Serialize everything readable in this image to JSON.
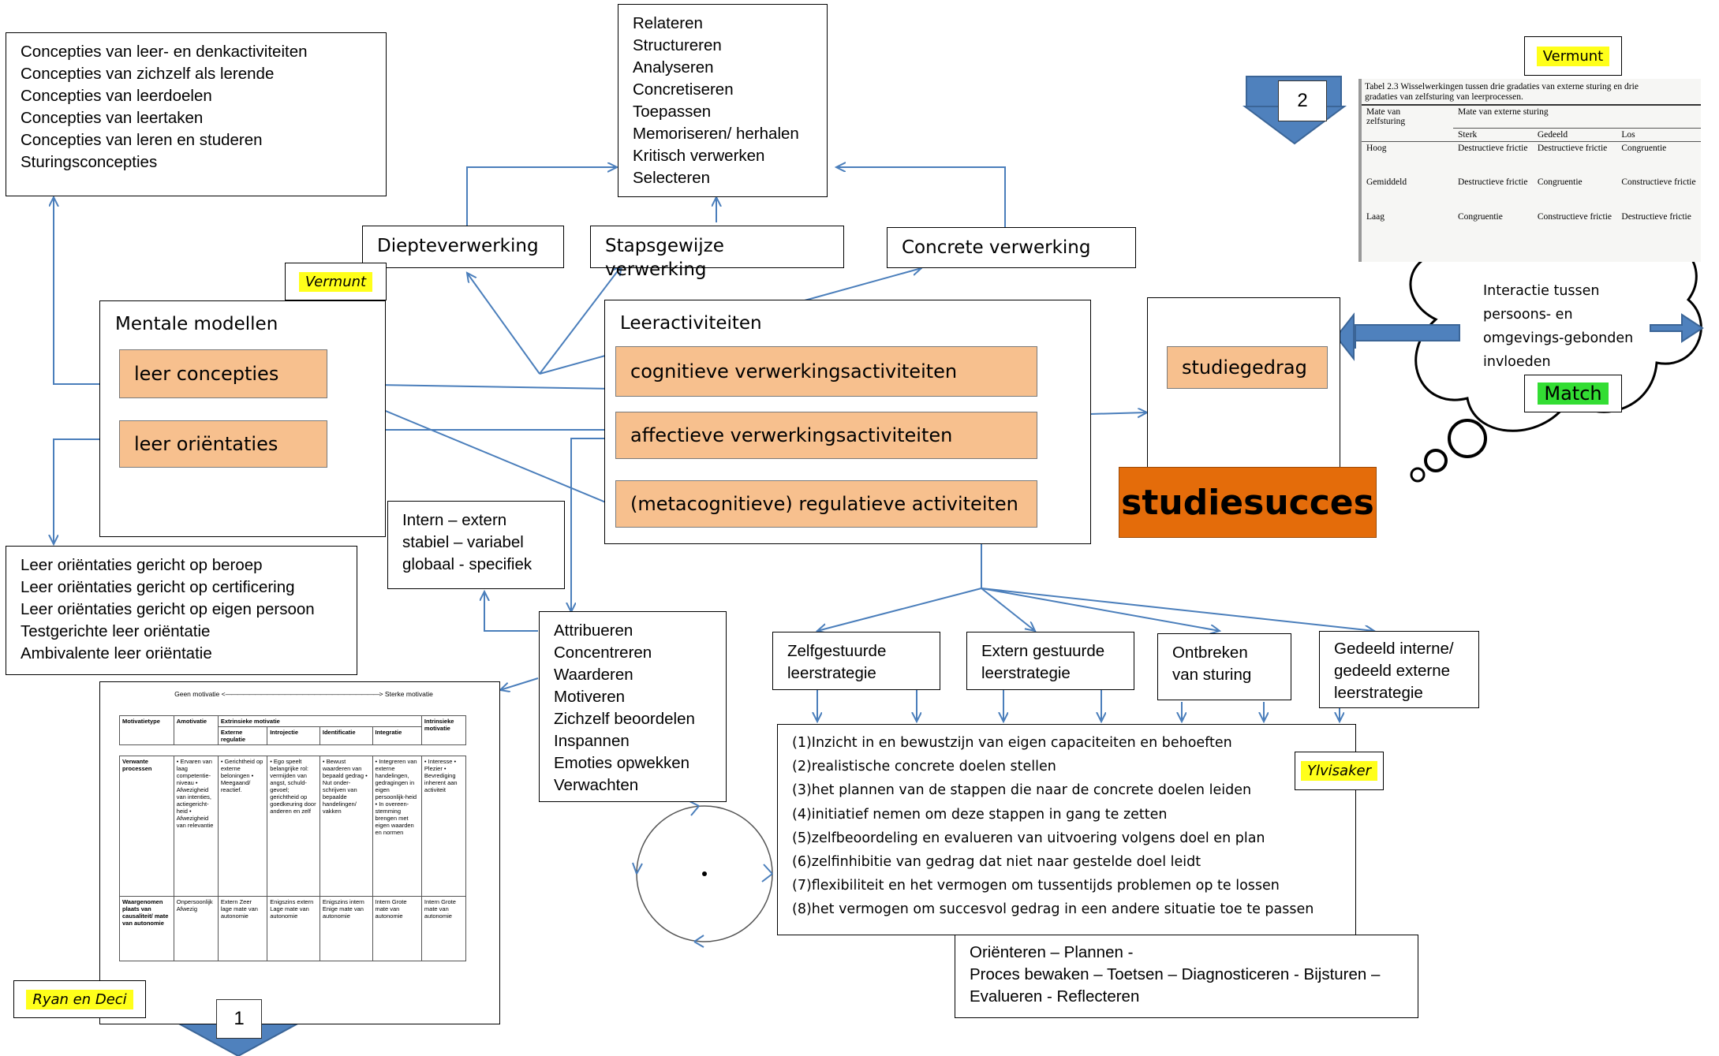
{
  "concepties_box": {
    "lines": [
      "Concepties van leer- en denkactiviteiten",
      "Concepties van zichzelf als lerende",
      "Concepties van leerdoelen",
      "Concepties van leertaken",
      "Concepties van leren en studeren",
      "Sturingsconcepties"
    ]
  },
  "activiteiten_box": {
    "lines": [
      "Relateren",
      "Structureren",
      "Analyseren",
      "Concretiseren",
      "Toepassen",
      "Memoriseren/ herhalen",
      "Kritisch verwerken",
      "Selecteren"
    ]
  },
  "verwerking": {
    "diepte": "Diepteverwerking",
    "stapsgewijze": "Stapsgewijze verwerking",
    "concrete": "Concrete verwerking"
  },
  "tags": {
    "vermunt_left": "Vermunt",
    "vermunt_right": "Vermunt",
    "ylvisaker": "Ylvisaker",
    "ryan_deci": "Ryan en Deci",
    "match": "Match"
  },
  "mentale_modellen": {
    "title": "Mentale modellen",
    "leer_concepties": "leer concepties",
    "leer_orientaties": "leer oriëntaties"
  },
  "leeractiviteiten": {
    "title": "Leeractiviteiten",
    "cognitief": "cognitieve verwerkingsactiviteiten",
    "affectief": "affectieve verwerkingsactiviteiten",
    "regulatief": "(metacognitieve) regulatieve activiteiten"
  },
  "studie": {
    "studiegedrag": "studiegedrag",
    "studiesucces": "studiesucces"
  },
  "orientaties_box": {
    "lines": [
      "Leer oriëntaties gericht op beroep",
      "Leer oriëntaties gericht op certificering",
      "Leer oriëntaties gericht op eigen persoon",
      "Testgerichte leer oriëntatie",
      "Ambivalente leer oriëntatie"
    ]
  },
  "intern_box": {
    "lines": [
      "Intern – extern",
      "stabiel – variabel",
      "globaal - specifiek"
    ]
  },
  "attribueren_box": {
    "lines": [
      "Attribueren",
      "Concentreren",
      "Waarderen",
      "Motiveren",
      "Zichzelf beoordelen",
      "Inspannen",
      "Emoties opwekken",
      "Verwachten"
    ]
  },
  "strategies": [
    {
      "lines": [
        "Zelfgestuurde",
        "leerstrategie"
      ]
    },
    {
      "lines": [
        "Extern gestuurde",
        "leerstrategie"
      ]
    },
    {
      "lines": [
        "Ontbreken",
        "van sturing"
      ]
    },
    {
      "lines": [
        "Gedeeld interne/",
        "gedeeld externe",
        "leerstrategie"
      ]
    }
  ],
  "executive_box": {
    "lines": [
      "(1)Inzicht in en bewustzijn van eigen capaciteiten en behoeften",
      "(2)realistische concrete doelen stellen",
      "(3)het plannen van de stappen die naar de concrete doelen leiden",
      "(4)initiatief nemen om  deze stappen in gang te zetten",
      "(5)zelfbeoordeling en evalueren van uitvoering volgens doel en plan",
      "(6)zelfinhibitie van gedrag dat niet naar gestelde doel leidt",
      "(7)flexibiliteit en het vermogen om tussentijds problemen op te lossen",
      "(8)het vermogen om succesvol gedrag in een andere situatie toe te passen"
    ]
  },
  "orienteren_box": {
    "lines": [
      "Oriënteren – Plannen -",
      "Proces bewaken – Toetsen – Diagnosticeren - Bijsturen –",
      "Evalueren - Reflecteren"
    ]
  },
  "thought_bubble": {
    "lines": [
      "Interactie tussen",
      "persoons- en",
      "omgevings-gebonden",
      "invloeden"
    ]
  },
  "numbered_arrows": {
    "one": "1",
    "two": "2"
  },
  "vermunt_table": {
    "caption_1": "Tabel 2.3 Wisselwerkingen tussen drie gradaties van externe sturing en drie",
    "caption_2": "gradaties van zelfsturing van leerprocessen.",
    "corner_1": "Mate van",
    "corner_2": "zelfsturing",
    "group_header": "Mate van externe sturing",
    "columns": [
      "Sterk",
      "Gedeeld",
      "Los"
    ],
    "rows": [
      {
        "label": "Hoog",
        "cells": [
          "Destructieve frictie",
          "Destructieve frictie",
          "Congruentie"
        ]
      },
      {
        "label": "Gemiddeld",
        "cells": [
          "Destructieve frictie",
          "Congruentie",
          "Constructieve frictie"
        ]
      },
      {
        "label": "Laag",
        "cells": [
          "Congruentie",
          "Constructieve frictie",
          "Destructieve frictie"
        ]
      }
    ]
  },
  "motivation_table": {
    "scale_left": "Geen motivatie <",
    "scale_right": "> Sterke motivatie",
    "headers": [
      "Motivatietype",
      "Amotivatie",
      "Extrinsieke motivatie",
      "Intrinsieke motivatie"
    ],
    "sub_headers": [
      "Externe regulatie",
      "Introjectie",
      "Identificatie",
      "Integratie"
    ],
    "row1_label": "Verwante processen",
    "row1": [
      "• Ervaren van laag competentie-niveau • Afwezigheid van intenties, actiegericht-heid • Afwezigheid van relevantie",
      "• Gerichtheid op externe beloningen • Meegaand/ reactief.",
      "• Ego speelt belangrijke rol: vermijden van angst, schuld-gevoel; gerichtheid op goedkeuring door anderen en zelf",
      "• Bewust waarderen van bepaald gedrag • Nut onder-schrijven van bepaalde handelingen/ vakken",
      "• Integreren van externe handelingen, gedragingen in eigen persoonlijk-heid • In overeen-stemming brengen met eigen waarden en normen",
      "• Interesse • Plezier • Bevrediging inherent aan activiteit"
    ],
    "row2_label": "Waargenomen plaats van causaliteit/ mate van autonomie",
    "row2": [
      "Onpersoonlijk  Afwezig",
      "Extern  Zeer lage mate van autonomie",
      "Enigszins extern  Lage mate van autonomie",
      "Enigszins intern  Enige mate van autonomie",
      "Intern  Grote mate van autonomie",
      "Intern  Grote mate van autonomie"
    ]
  },
  "colors": {
    "arrow": "#4a7ebb",
    "orange_box": "#f7c08e",
    "studiesucces": "#e46c0a",
    "highlight": "#ffff1a",
    "match": "#33dd33",
    "block_arrow": "#4f81bd"
  }
}
